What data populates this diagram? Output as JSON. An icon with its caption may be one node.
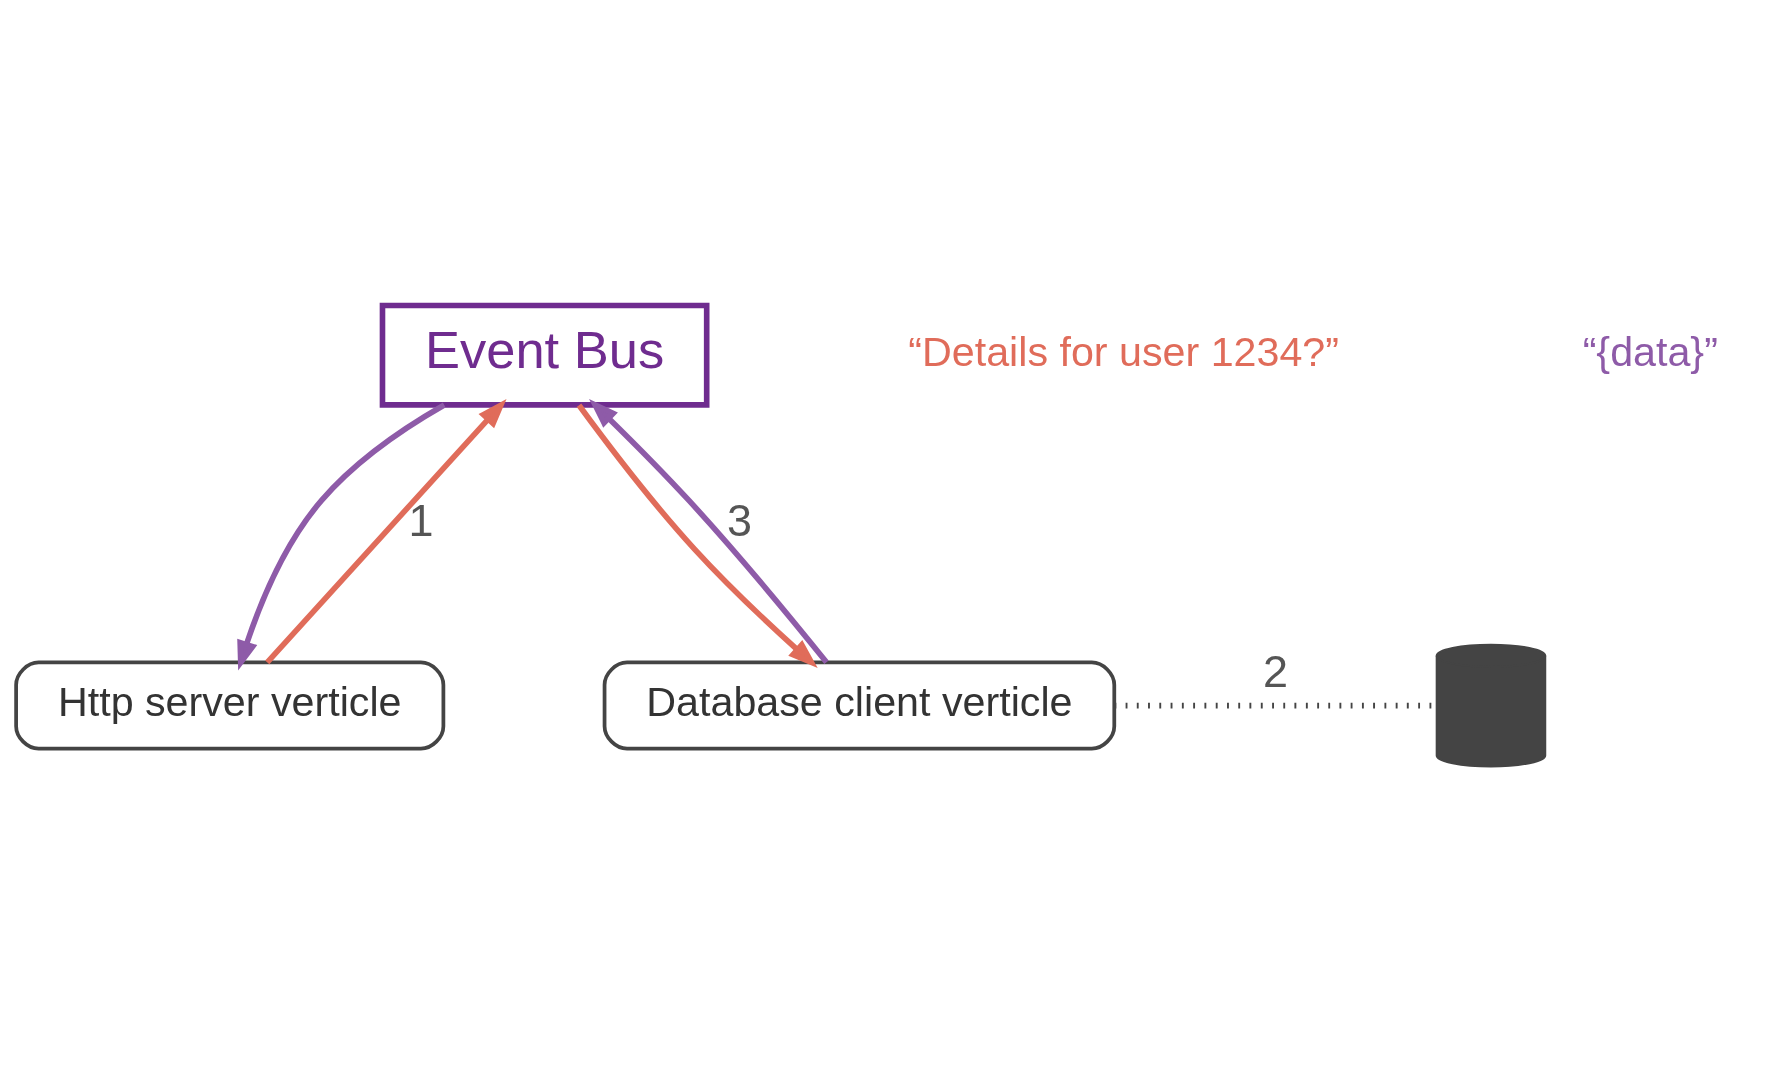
{
  "diagram": {
    "nodes": [
      {
        "text": [
          "Event Bus"
        ]
      },
      {
        "text": [
          "Http server verticle"
        ]
      },
      {
        "text": [
          "Database client verticle"
        ]
      },
      {
        "text": [],
        "shape": "cylinder"
      }
    ],
    "edges": [
      {
        "from": 0,
        "to": 1,
        "arrow": "to",
        "color": "#8e5ba8"
      },
      {
        "from": 1,
        "to": 0,
        "arrow": "to",
        "label": "1",
        "color": "#e06c5a"
      },
      {
        "from": 0,
        "to": 2,
        "arrow": "to",
        "color": "#e06c5a"
      },
      {
        "from": 2,
        "to": 0,
        "arrow": "to",
        "label": "3",
        "color": "#8e5ba8"
      },
      {
        "from": 2,
        "to": 3,
        "arrow": "none",
        "label": "2",
        "style": "dashed",
        "color": "#444444"
      }
    ],
    "labels": [
      "“Details for user 1234?”",
      "“{data}”"
    ]
  }
}
